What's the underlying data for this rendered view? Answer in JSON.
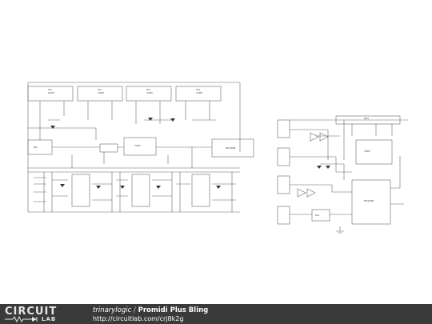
{
  "footer": {
    "logo_text": "CIRCUIT LAB",
    "author": "trinarylogic",
    "separator": " / ",
    "title": "Promidi Plus Bling",
    "url": "http://circuitlab.com/crj8k2g"
  },
  "colors": {
    "wire": "#555555",
    "component": "#444444",
    "footer_bg": "#3a3a3a",
    "footer_text": "#ffffff"
  }
}
